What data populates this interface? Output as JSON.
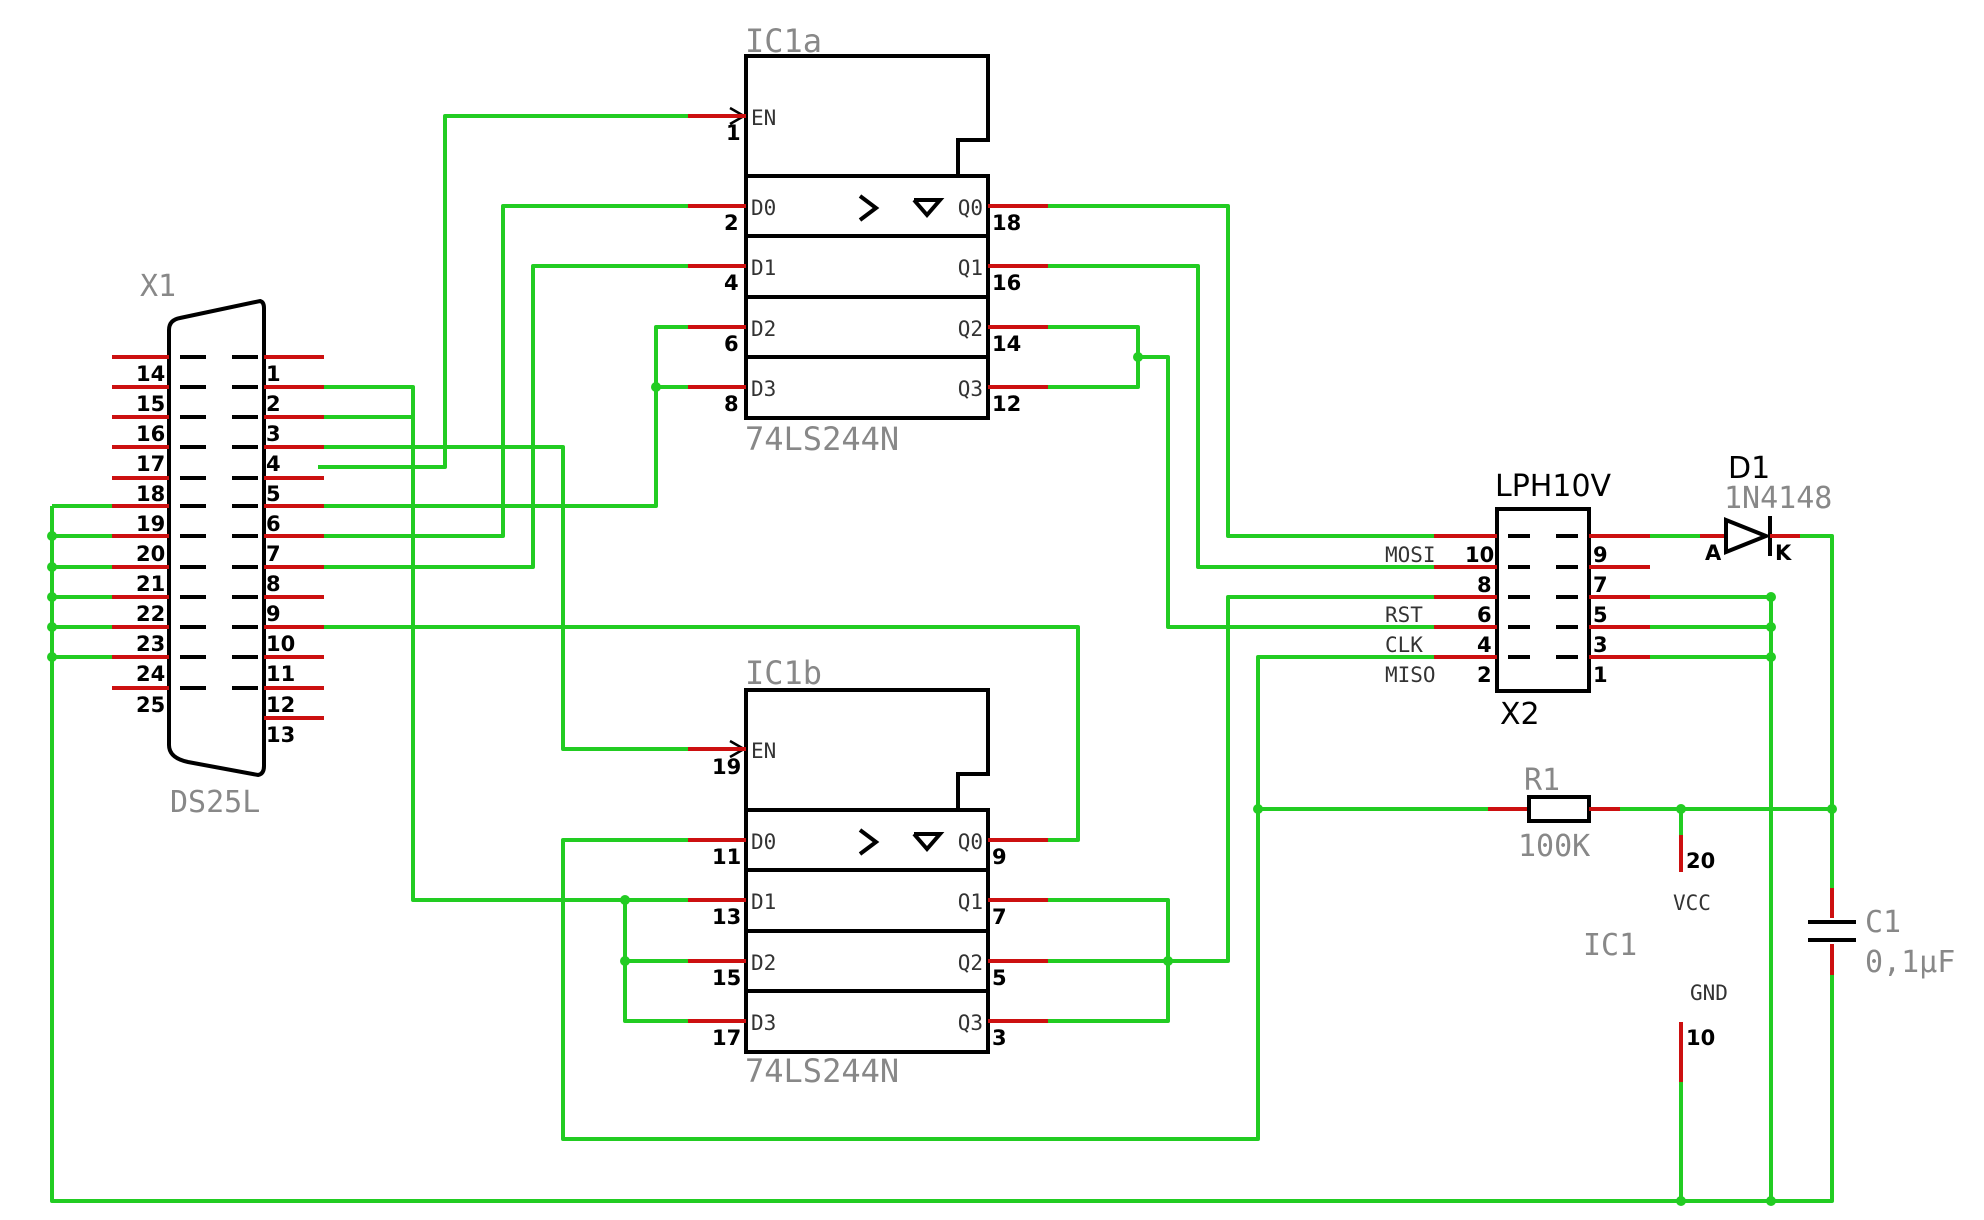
{
  "parts": {
    "x1": {
      "name": "X1",
      "value": "DS25L",
      "left_pins": [
        "14",
        "15",
        "16",
        "17",
        "18",
        "19",
        "20",
        "21",
        "22",
        "23",
        "24",
        "25"
      ],
      "right_pins": [
        "1",
        "2",
        "3",
        "4",
        "5",
        "6",
        "7",
        "8",
        "9",
        "10",
        "11",
        "12",
        "13"
      ]
    },
    "ic1a": {
      "name": "IC1a",
      "value": "74LS244N",
      "en_label": "EN",
      "en_pin": "1",
      "d_labels": [
        "D0",
        "D1",
        "D2",
        "D3"
      ],
      "q_labels": [
        "Q0",
        "Q1",
        "Q2",
        "Q3"
      ],
      "d_pins": [
        "2",
        "4",
        "6",
        "8"
      ],
      "q_pins": [
        "18",
        "16",
        "14",
        "12"
      ]
    },
    "ic1b": {
      "name": "IC1b",
      "value": "74LS244N",
      "en_label": "EN",
      "en_pin": "19",
      "d_labels": [
        "D0",
        "D1",
        "D2",
        "D3"
      ],
      "q_labels": [
        "Q0",
        "Q1",
        "Q2",
        "Q3"
      ],
      "d_pins": [
        "11",
        "13",
        "15",
        "17"
      ],
      "q_pins": [
        "9",
        "7",
        "5",
        "3"
      ]
    },
    "x2": {
      "name": "X2",
      "value": "LPH10V",
      "left_pins": [
        "10",
        "8",
        "6",
        "4",
        "2"
      ],
      "right_pins": [
        "9",
        "7",
        "5",
        "3",
        "1"
      ],
      "signals": [
        "MOSI",
        "",
        "RST",
        "CLK",
        "MISO"
      ]
    },
    "d1": {
      "name": "D1",
      "value": "1N4148",
      "anode": "A",
      "cathode": "K"
    },
    "r1": {
      "name": "R1",
      "value": "100K"
    },
    "c1": {
      "name": "C1",
      "value": "0,1µF"
    },
    "ic1": {
      "name": "IC1",
      "vcc_label": "VCC",
      "vcc_pin": "20",
      "gnd_label": "GND",
      "gnd_pin": "10"
    }
  },
  "colors": {
    "wire": "#22cc22",
    "pin": "#cc1010",
    "body": "#000000",
    "name_text": "#888888"
  }
}
